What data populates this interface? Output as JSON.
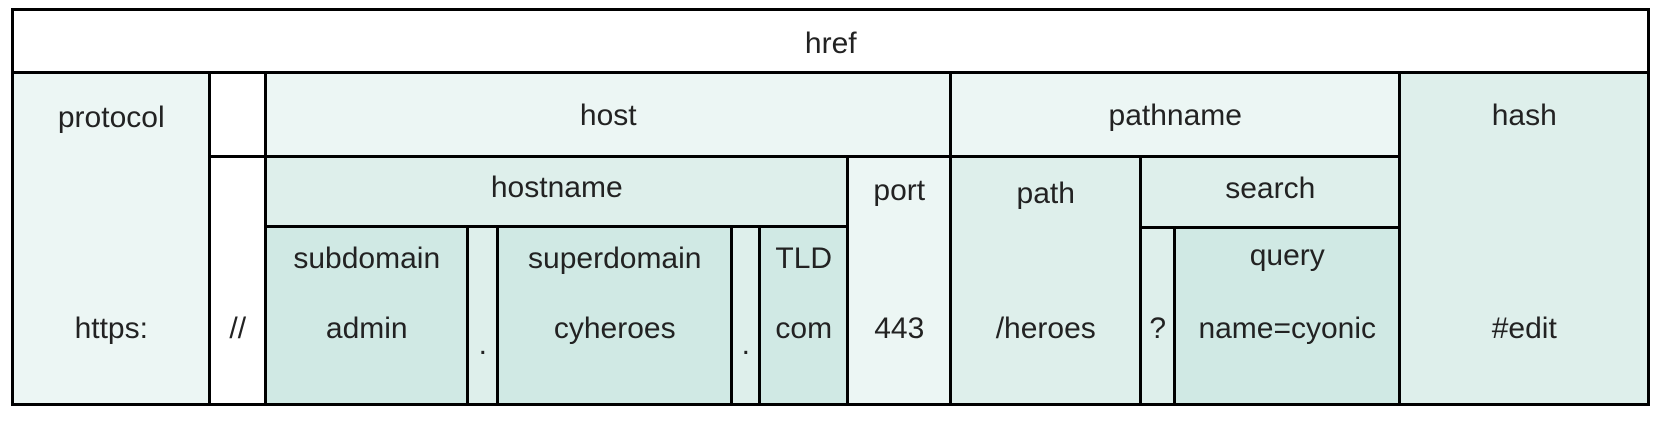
{
  "diagram": {
    "href": {
      "label": "href"
    },
    "protocol": {
      "label": "protocol",
      "value": "https:"
    },
    "slashes": {
      "value": "//"
    },
    "host": {
      "label": "host"
    },
    "hostname": {
      "label": "hostname"
    },
    "subdomain": {
      "label": "subdomain",
      "value": "admin"
    },
    "dot1": {
      "value": "."
    },
    "superdomain": {
      "label": "superdomain",
      "value": "cyheroes"
    },
    "dot2": {
      "value": "."
    },
    "tld": {
      "label": "TLD",
      "value": "com"
    },
    "port": {
      "label": "port",
      "value": "443"
    },
    "pathname": {
      "label": "pathname"
    },
    "path": {
      "label": "path",
      "value": "/heroes"
    },
    "search": {
      "label": "search"
    },
    "question": {
      "value": "?"
    },
    "query": {
      "label": "query",
      "value": "name=cyonic"
    },
    "hash": {
      "label": "hash",
      "value": "#edit"
    }
  },
  "colors": {
    "white": "#ffffff",
    "light": "#ecf6f4",
    "medium": "#deefeb",
    "dark": "#d0e9e4",
    "border": "#000000"
  }
}
